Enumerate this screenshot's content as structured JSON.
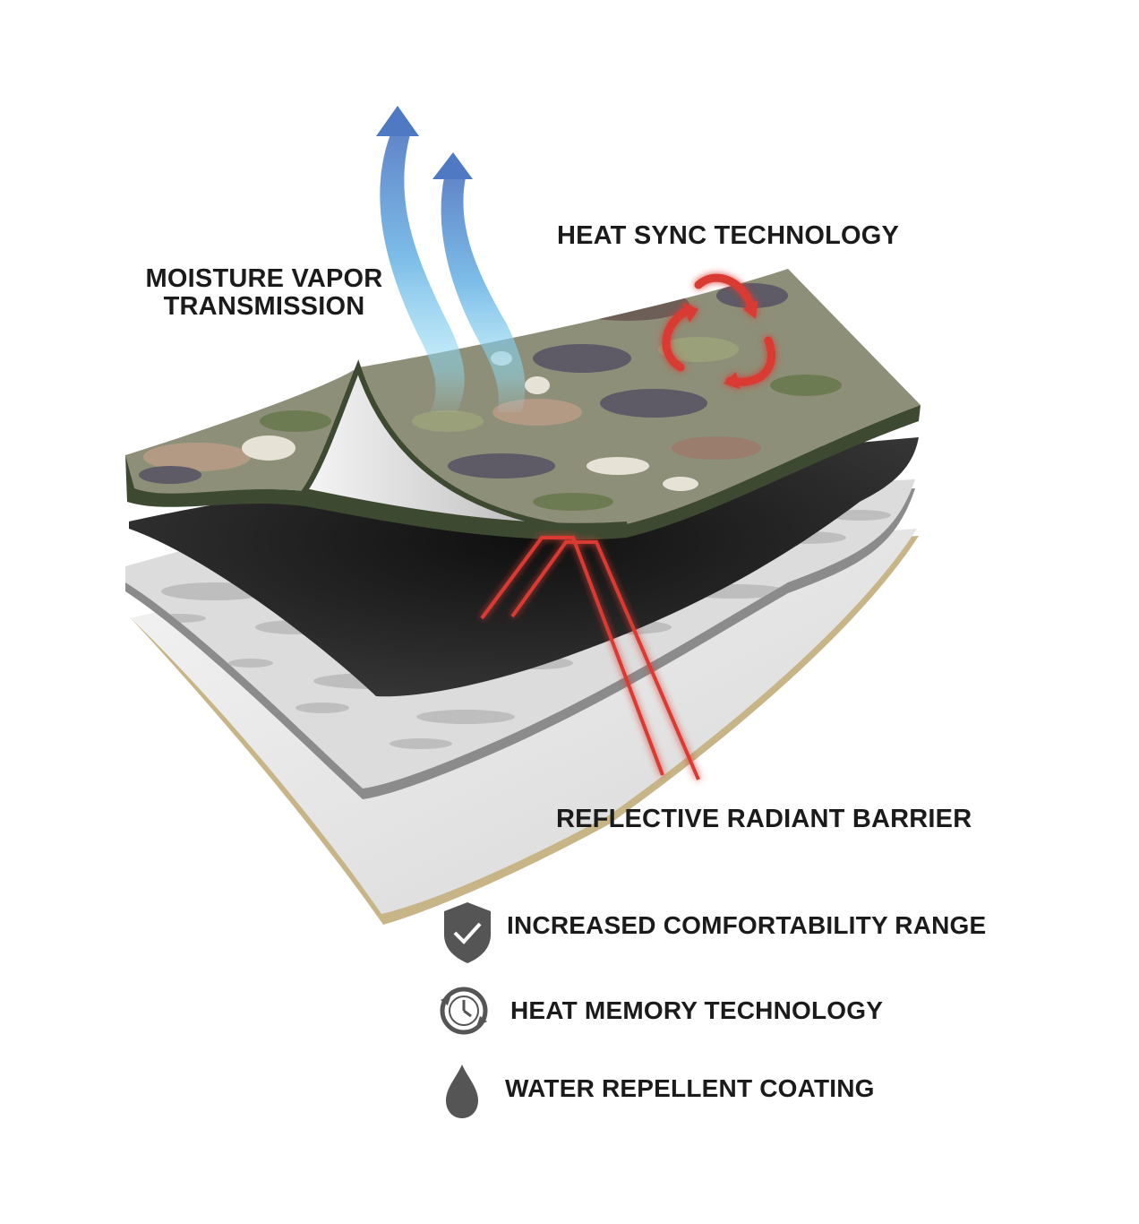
{
  "labels": {
    "moisture_line1": "MOISTURE VAPOR",
    "moisture_line2": "TRANSMISSION",
    "heat_sync": "HEAT SYNC TECHNOLOGY",
    "reflective": "REFLECTIVE RADIANT BARRIER"
  },
  "features": [
    {
      "icon": "shield-check-icon",
      "label": "INCREASED COMFORTABILITY RANGE"
    },
    {
      "icon": "clock-cycle-icon",
      "label": "HEAT MEMORY TECHNOLOGY"
    },
    {
      "icon": "water-drop-icon",
      "label": "WATER REPELLENT COATING"
    }
  ],
  "layers": [
    "camouflage-outer-layer",
    "black-layer",
    "speckled-gray-layer",
    "white-reflective-layer",
    "tan-base-layer"
  ],
  "colors": {
    "text": "#1b1b1b",
    "icon_gray": "#555555",
    "heat_red": "#d93a33",
    "vapor_blue_top": "#4f79c3",
    "vapor_blue_bottom": "#7fd3ee",
    "camo_base": "#8e8f78",
    "camo_edge": "#3d4a31",
    "black_layer": "#2c2c2c",
    "tan_edge": "#c7b487"
  }
}
